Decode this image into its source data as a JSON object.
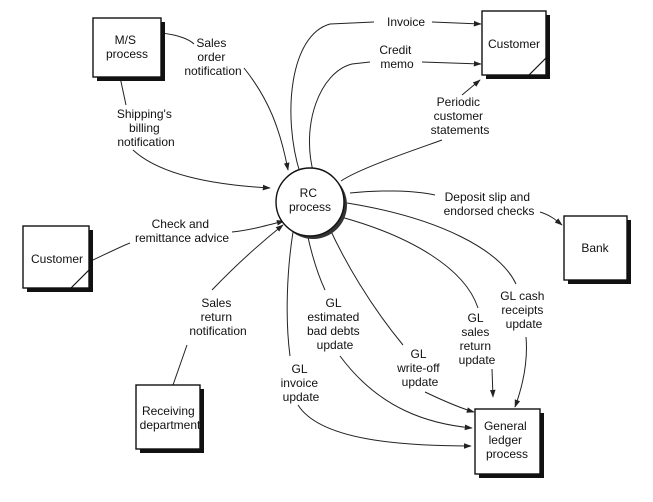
{
  "process": {
    "rc": [
      "RC",
      "process"
    ]
  },
  "entities": {
    "ms_process": [
      "M/S",
      "process"
    ],
    "customer_top": [
      "Customer"
    ],
    "customer_left": [
      "Customer"
    ],
    "bank": [
      "Bank"
    ],
    "receiving": [
      "Receiving",
      "department"
    ],
    "general_ledger": [
      "General",
      "ledger",
      "process"
    ]
  },
  "flows": {
    "invoice": [
      "Invoice"
    ],
    "credit_memo": [
      "Credit",
      "memo"
    ],
    "sales_order_notification": [
      "Sales",
      "order",
      "notification"
    ],
    "periodic_statements": [
      "Periodic",
      "customer",
      "statements"
    ],
    "shipping_billing": [
      "Shipping's",
      "billing",
      "notification"
    ],
    "deposit_slip": [
      "Deposit slip and",
      "endorsed checks"
    ],
    "check_remittance": [
      "Check and",
      "remittance advice"
    ],
    "sales_return_notification": [
      "Sales",
      "return",
      "notification"
    ],
    "gl_estimated_bad_debts": [
      "GL",
      "estimated",
      "bad debts",
      "update"
    ],
    "gl_cash_receipts": [
      "GL cash",
      "receipts",
      "update"
    ],
    "gl_sales_return": [
      "GL",
      "sales",
      "return",
      "update"
    ],
    "gl_write_off": [
      "GL",
      "write-off",
      "update"
    ],
    "gl_invoice": [
      "GL",
      "invoice",
      "update"
    ]
  }
}
